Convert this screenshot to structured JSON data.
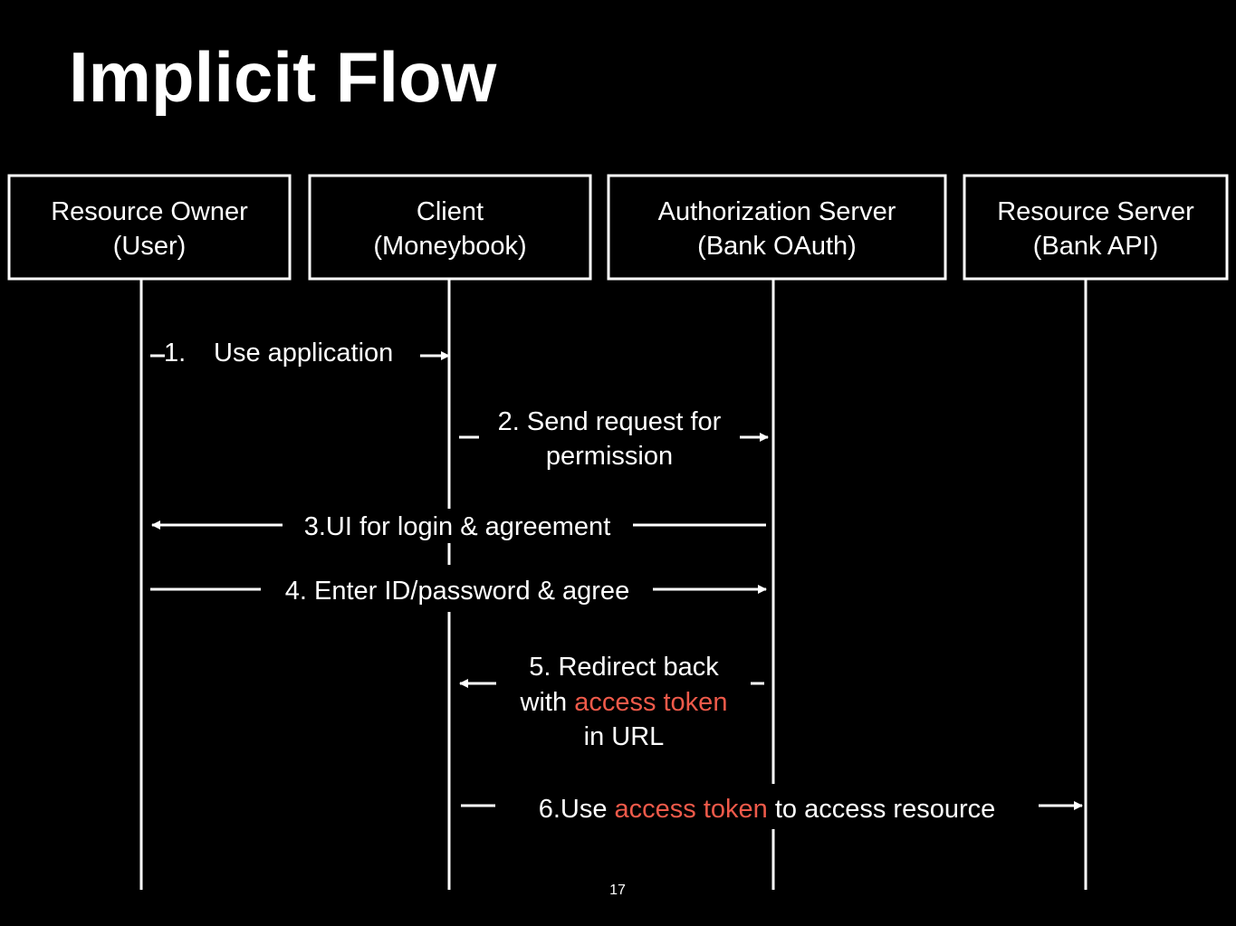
{
  "slide": {
    "title": "Implicit Flow",
    "page_number": "17"
  },
  "colors": {
    "background": "#000000",
    "foreground": "#ffffff",
    "highlight": "#ef5a4a"
  },
  "actors": [
    {
      "line1": "Resource Owner",
      "line2": "(User)"
    },
    {
      "line1": "Client",
      "line2": "(Moneybook)"
    },
    {
      "line1": "Authorization Server",
      "line2": "(Bank OAuth)"
    },
    {
      "line1": "Resource Server",
      "line2": "(Bank API)"
    }
  ],
  "messages": {
    "m1": {
      "number": "1.",
      "text": "Use application"
    },
    "m2": {
      "line1": "2. Send request for",
      "line2": "permission"
    },
    "m3": {
      "text": "3.UI for login & agreement"
    },
    "m4": {
      "text": "4. Enter ID/password & agree"
    },
    "m5": {
      "line1": "5. Redirect back",
      "line2_pre": "with ",
      "line2_hl": "access token",
      "line3": "in URL"
    },
    "m6": {
      "pre": "6.Use ",
      "hl": "access token",
      "post": " to access resource"
    }
  }
}
